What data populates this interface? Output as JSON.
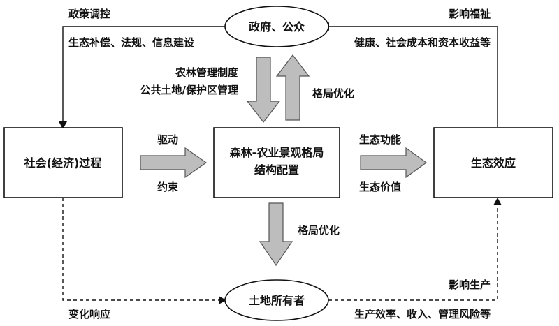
{
  "nodes": {
    "government": "政府、公众",
    "social_process": "社会(经济)过程",
    "landscape_line1": "森林-农业景观格局",
    "landscape_line2": "结构配置",
    "ecological_effect": "生态效应",
    "landowner": "土地所有者"
  },
  "labels": {
    "policy_control": "政策调控",
    "policy_items": "生态补偿、法规、信息建设",
    "affect_welfare": "影响福祉",
    "welfare_items": "健康、社会成本和资本收益等",
    "management_line1": "农林管理制度",
    "management_line2": "公共土地/保护区管理",
    "pattern_opt_up": "格局优化",
    "drive": "驱动",
    "constrain": "约束",
    "eco_function": "生态功能",
    "eco_value": "生态价值",
    "pattern_opt_down": "格局优化",
    "change_response": "变化响应",
    "affect_production": "影响生产",
    "production_items": "生产效率、收入、管理风险等"
  },
  "colors": {
    "fat_arrow_fill": "#bdbdbd",
    "line": "#111111"
  }
}
